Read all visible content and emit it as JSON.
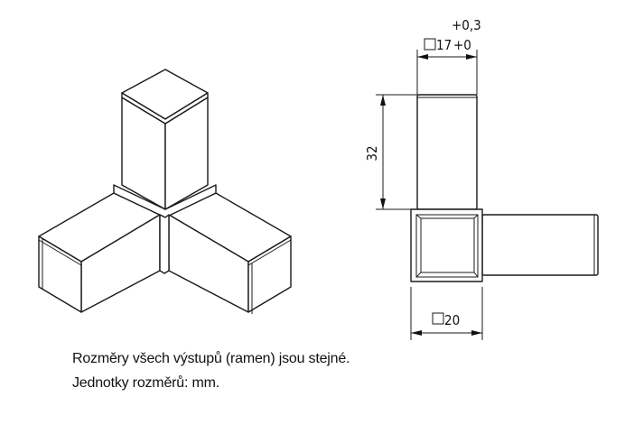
{
  "drawing": {
    "dimensions": {
      "inner_size": "17",
      "tolerance_upper": "+0,3",
      "tolerance_lower": "+0",
      "arm_length": "32",
      "outer_size": "20"
    },
    "notes": [
      "Rozměry všech výstupů (ramen) jsou stejné.",
      "Jednotky rozměrů: mm."
    ]
  }
}
